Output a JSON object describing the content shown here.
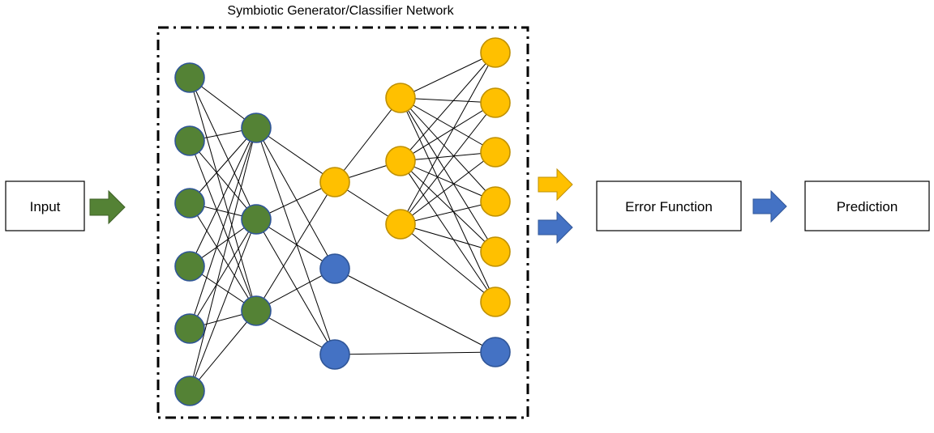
{
  "title": "Symbiotic Generator/Classifier Network",
  "input_label": "Input",
  "error_function_label": "Error Function",
  "prediction_label": "Prediction",
  "colors": {
    "generator_fill": "#548235",
    "generator_stroke": "#2f5597",
    "classifier_fill": "#ffc000",
    "classifier_stroke": "#bf9000",
    "output_fill": "#4472c4",
    "output_stroke": "#2f5597",
    "edge": "#000000",
    "frame": "#000000"
  },
  "arrows": {
    "input_arrow": "green-right-arrow",
    "generated_arrow": "yellow-right-arrow",
    "classified_arrow": "blue-right-arrow",
    "error_to_prediction_arrow": "blue-right-arrow"
  },
  "network": {
    "layers": [
      {
        "id": "L0",
        "color": "generator",
        "count": 6
      },
      {
        "id": "L1",
        "color": "generator",
        "count": 3
      },
      {
        "id": "L2",
        "colors": [
          "classifier",
          "output",
          "output"
        ]
      },
      {
        "id": "L3",
        "color": "classifier",
        "count": 3
      },
      {
        "id": "L4",
        "colors": [
          "classifier",
          "classifier",
          "classifier",
          "classifier",
          "classifier",
          "classifier",
          "output"
        ]
      }
    ]
  }
}
